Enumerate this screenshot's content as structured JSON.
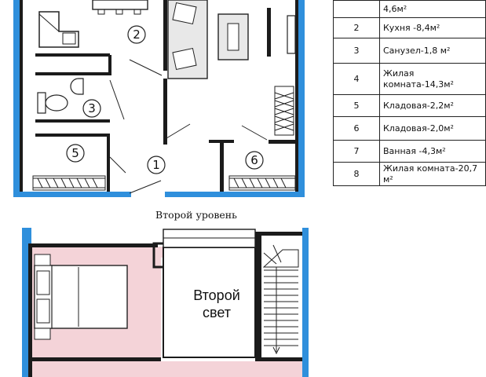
{
  "plan_top": {
    "rooms": [
      {
        "num": "2"
      },
      {
        "num": "3"
      },
      {
        "num": "5"
      },
      {
        "num": "1"
      },
      {
        "num": "6"
      }
    ]
  },
  "legend": {
    "rows": [
      {
        "num": "",
        "text": "4,6м²"
      },
      {
        "num": "2",
        "text": "Кухня -8,4м²"
      },
      {
        "num": "3",
        "text": "Санузел-1,8 м²"
      },
      {
        "num": "4",
        "text": "Жилая комната-14,3м²"
      },
      {
        "num": "5",
        "text": "Кладовая-2,2м²"
      },
      {
        "num": "6",
        "text": "Кладовая-2,0м²"
      },
      {
        "num": "7",
        "text": "Ванная -4,3м²"
      },
      {
        "num": "8",
        "text": "Жилая комната-20,7 м²"
      }
    ]
  },
  "caption": "Второй уровень",
  "plan_bottom": {
    "second_light_line1": "Второй",
    "second_light_line2": "свет"
  },
  "colors": {
    "wall_blue": "#2f8fdc",
    "wall_dark": "#1b1b1b",
    "floor_pink": "#f4d3d8"
  }
}
